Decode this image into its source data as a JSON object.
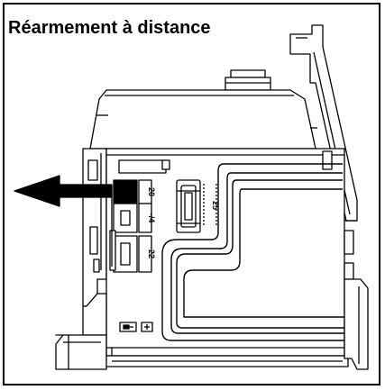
{
  "title": "Réarmement à distance",
  "labels": {
    "slot_20": "20",
    "slot_14": "-/4",
    "slot_22": "22",
    "slot_25": "25"
  },
  "colors": {
    "line": "#000000",
    "background": "#ffffff",
    "arrow": "#000000"
  },
  "icons": [
    "arrow-left-icon",
    "plug-icon",
    "reset-button-icon"
  ]
}
